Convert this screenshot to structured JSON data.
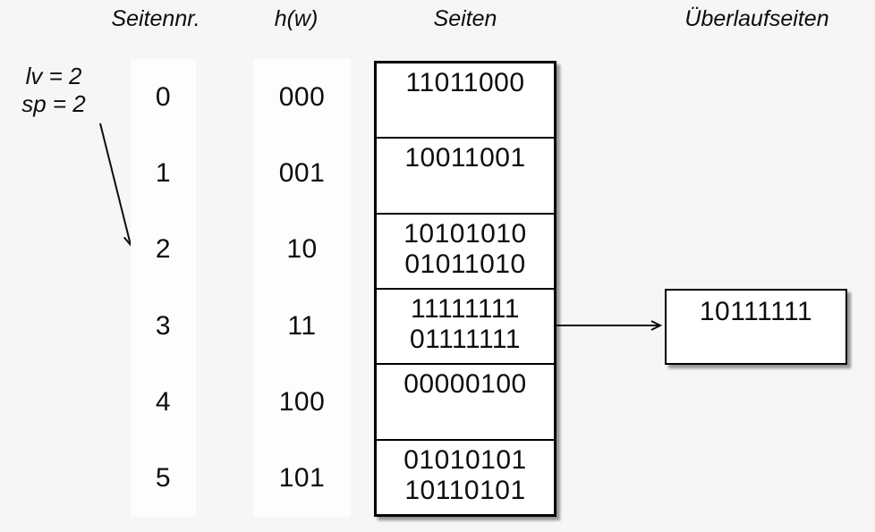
{
  "colors": {
    "background": "#f6f6f4",
    "column_strip": "#fdfdfd",
    "box_fill": "#ffffff",
    "ink": "#0d0d0d",
    "border": "#000000"
  },
  "headers": {
    "page_no": "Seitennr.",
    "hash": "h(w)",
    "pages": "Seiten",
    "overflow": "Überlaufseiten"
  },
  "state": {
    "lv_label": "lv = 2",
    "sp_label": "sp = 2"
  },
  "rows": [
    {
      "page_no": "0",
      "hash": "000",
      "entries": [
        "11011000"
      ]
    },
    {
      "page_no": "1",
      "hash": "001",
      "entries": [
        "10011001"
      ]
    },
    {
      "page_no": "2",
      "hash": "10",
      "entries": [
        "10101010",
        "01011010"
      ]
    },
    {
      "page_no": "3",
      "hash": "11",
      "entries": [
        "11111111",
        "01111111"
      ]
    },
    {
      "page_no": "4",
      "hash": "100",
      "entries": [
        "00000100"
      ]
    },
    {
      "page_no": "5",
      "hash": "101",
      "entries": [
        "01010101",
        "10110101"
      ]
    }
  ],
  "overflow_page": {
    "entries": [
      "10111111"
    ]
  }
}
